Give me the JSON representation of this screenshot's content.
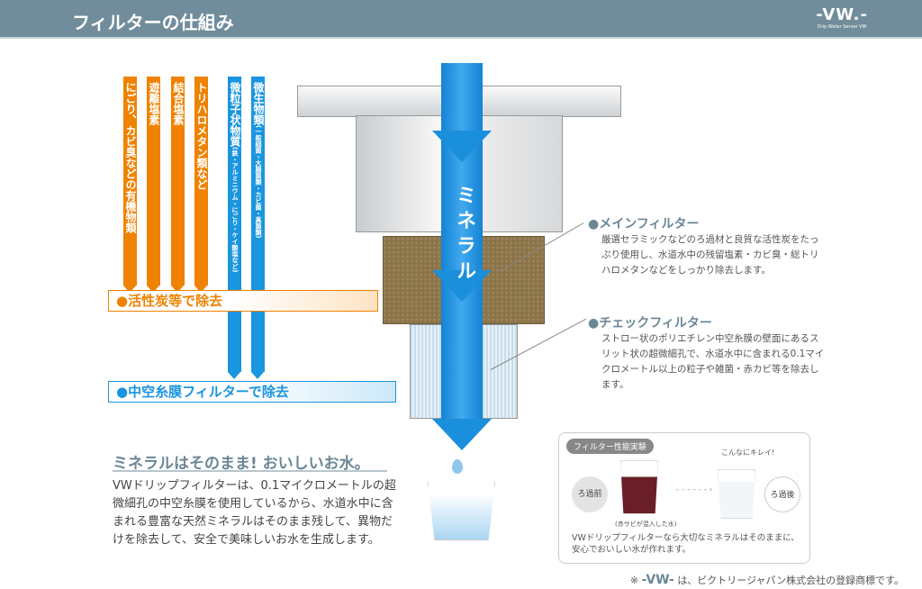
{
  "header": {
    "title": "フィルターの仕組み",
    "logo": "-VW.-",
    "logo_sub": "Drip Water Server VW"
  },
  "orange_bars": [
    {
      "label": "にごり、カビ臭などの有機物類"
    },
    {
      "label": "遊離塩素"
    },
    {
      "label": "結合塩素"
    },
    {
      "label": "トリハロメタン類など"
    }
  ],
  "blue_bars": [
    {
      "label": "微粒子状物質",
      "note": "(鉄・アルミニウム・にごり・ケイ酸塩など)"
    },
    {
      "label": "微生物類",
      "note": "(一般細菌・大腸菌類・カビ菌・真菌類)"
    }
  ],
  "bands": {
    "orange": "●活性炭等で除去",
    "blue": "●中空糸膜フィルターで除去"
  },
  "arrow_label": "ミネラル",
  "main_filter": {
    "title": "●メインフィルター",
    "desc": "厳選セラミックなどのろ過材と良質な活性炭をたっぷり使用し、水道水中の残留塩素・カビ臭・総トリハロメタンなどをしっかり除去します。"
  },
  "check_filter": {
    "title": "●チェックフィルター",
    "desc": "ストロー状のポリエチレン中空糸膜の壁面にあるスリット状の超微細孔で、水道水中に含まれる0.1マイクロメートル以上の粒子や雑菌・赤カビ等を除去します。"
  },
  "lead": "ミネラルはそのまま! おいしいお水。",
  "body": "VWドリップフィルターは、0.1マイクロメートルの超微細孔の中空糸膜を使用しているから、水道水中に含まれる豊富な天然ミネラルはそのまま残して、異物だけを除去して、安全で美味しいお水を生成します。",
  "test": {
    "badge": "フィルター性能実験",
    "before": "ろ過前",
    "after": "ろ過後",
    "clean": "こんなにキレイ!",
    "caption": "(赤サビが混入した水)",
    "desc": "VWドリップフィルターなら大切なミネラルはそのままに、安心でおいしい水が作れます。"
  },
  "trademark": {
    "prefix": "※",
    "logo": "-VW-",
    "text": "は、ビクトリージャパン株式会社の登録商標です。"
  }
}
